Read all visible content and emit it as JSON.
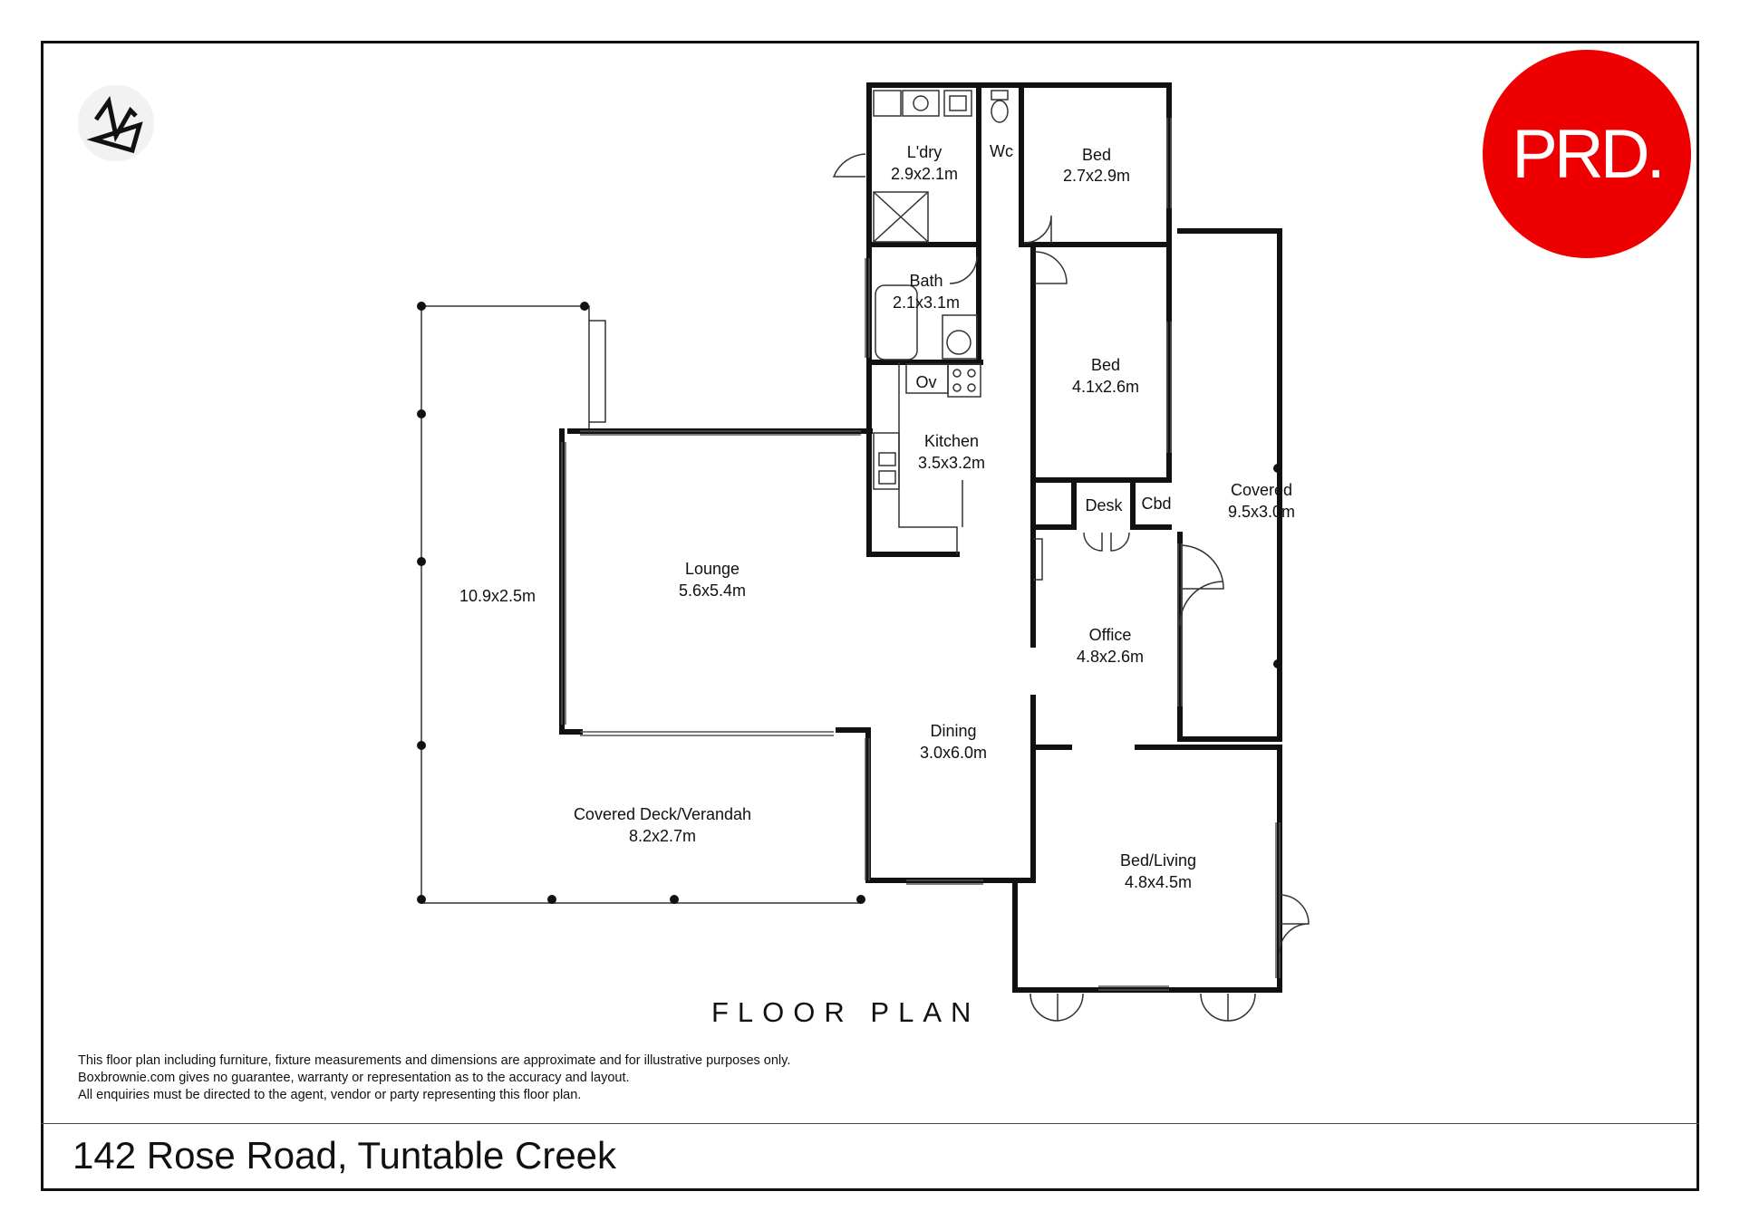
{
  "title": "FLOOR PLAN",
  "address": "142 Rose Road, Tuntable Creek",
  "logo": {
    "text": "PRD.",
    "color": "#ee1100"
  },
  "north_icon": "north-arrow-icon",
  "disclaimer": [
    "This floor plan including furniture, fixture measurements and dimensions are approximate and for illustrative purposes only.",
    "Boxbrownie.com gives no guarantee, warranty or representation as to the accuracy and layout.",
    "All enquiries must be directed to the agent, vendor or party representing this floor plan."
  ],
  "rooms": {
    "laundry": {
      "name": "L'dry",
      "size": "2.9x2.1m"
    },
    "wc": {
      "name": "Wc"
    },
    "bed1": {
      "name": "Bed",
      "size": "2.7x2.9m"
    },
    "bath": {
      "name": "Bath",
      "size": "2.1x3.1m"
    },
    "bed2": {
      "name": "Bed",
      "size": "4.1x2.6m"
    },
    "oven": {
      "name": "Ov"
    },
    "kitchen": {
      "name": "Kitchen",
      "size": "3.5x3.2m"
    },
    "desk": {
      "name": "Desk"
    },
    "cbd": {
      "name": "Cbd"
    },
    "covered": {
      "name": "Covered",
      "size": "9.5x3.0m"
    },
    "lounge": {
      "name": "Lounge",
      "size": "5.6x5.4m"
    },
    "deck_side": {
      "size": "10.9x2.5m"
    },
    "office": {
      "name": "Office",
      "size": "4.8x2.6m"
    },
    "dining": {
      "name": "Dining",
      "size": "3.0x6.0m"
    },
    "verandah": {
      "name": "Covered Deck/Verandah",
      "size": "8.2x2.7m"
    },
    "bed_living": {
      "name": "Bed/Living",
      "size": "4.8x4.5m"
    }
  }
}
